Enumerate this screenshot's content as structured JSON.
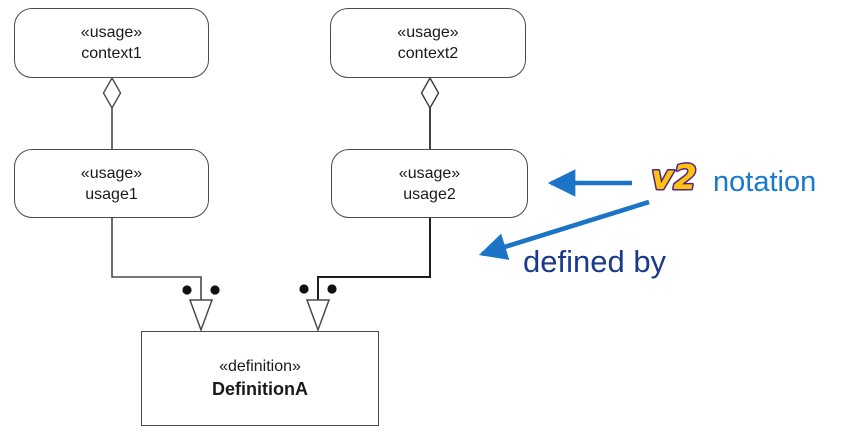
{
  "diagram": {
    "nodes": [
      {
        "stereotype": "«usage»",
        "name": "context1"
      },
      {
        "stereotype": "«usage»",
        "name": "context2"
      },
      {
        "stereotype": "«usage»",
        "name": "usage1"
      },
      {
        "stereotype": "«usage»",
        "name": "usage2"
      },
      {
        "stereotype": "«definition»",
        "name": "DefinitionA"
      }
    ],
    "relations": [
      {
        "from": "context1",
        "to": "usage1",
        "kind": "composite-diamond"
      },
      {
        "from": "context2",
        "to": "usage2",
        "kind": "composite-diamond"
      },
      {
        "from": "usage1",
        "to": "DefinitionA",
        "kind": "defined-by-triangle-with-dots"
      },
      {
        "from": "usage2",
        "to": "DefinitionA",
        "kind": "defined-by-triangle-with-dots"
      }
    ]
  },
  "annotations": {
    "logo_text": "v2",
    "notation_label": "notation",
    "defined_by_label": "defined by"
  },
  "colors": {
    "arrow_blue": "#1c74c6",
    "notation_blue": "#1879cf",
    "defined_by_navy": "#1b3a8c",
    "logo_gold": "#ffc20e",
    "logo_outline_purple": "#4f2683",
    "line_dark": "#3c3c3c",
    "dot_black": "#111111",
    "node_border": "#4a4a4a"
  }
}
